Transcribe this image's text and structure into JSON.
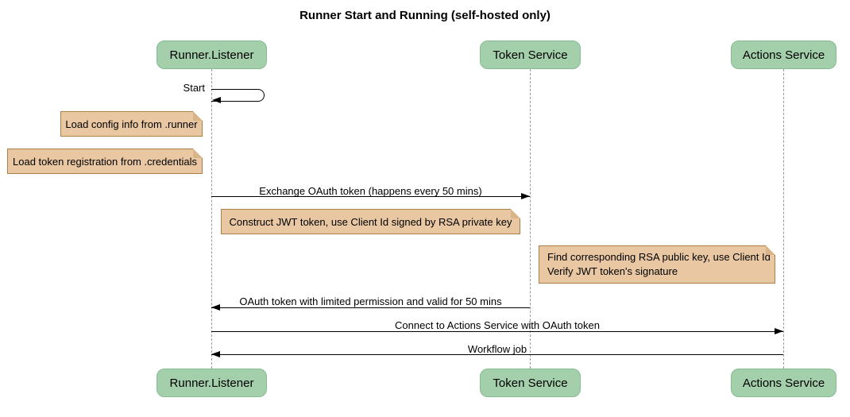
{
  "title": "Runner Start and Running (self-hosted only)",
  "participants": {
    "runner": "Runner.Listener",
    "token": "Token Service",
    "actions": "Actions Service"
  },
  "messages": {
    "start": "Start",
    "exchange": "Exchange OAuth token (happens every 50 mins)",
    "oauth_return": "OAuth token with limited permission and valid for 50 mins",
    "connect": "Connect to Actions Service with OAuth token",
    "workflow": "Workflow job"
  },
  "notes": {
    "load_config": "Load config info from .runner",
    "load_credentials": "Load token registration from .credentials",
    "construct_jwt": "Construct JWT token, use Client Id signed by RSA private key",
    "find_rsa_line1": "Find corresponding RSA public key, use Client Id",
    "find_rsa_line2": "Verify JWT token's signature"
  },
  "colors": {
    "participant_fill": "#a3cfab",
    "participant_border": "#86bb92",
    "note_fill": "#e8c7a2",
    "note_border": "#aa8047",
    "note_fold": "#d9b488",
    "lifeline": "#999999",
    "arrow": "#000000",
    "text": "#000000",
    "background": "#ffffff"
  }
}
